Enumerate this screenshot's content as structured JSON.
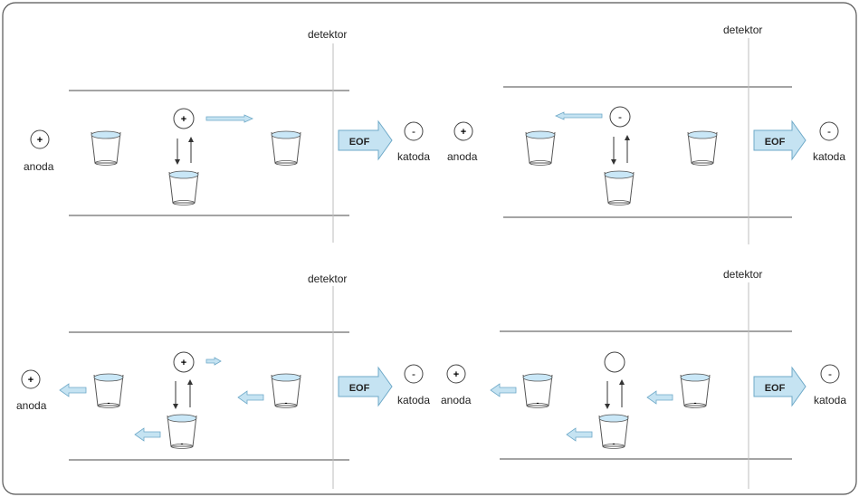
{
  "labels": {
    "anode_sign": "+",
    "anode": "anoda",
    "cathode_sign": "-",
    "cathode": "katoda",
    "detector": "detektor",
    "eof": "EOF",
    "particle_positive": "+",
    "particle_negative": "-",
    "cup_charge": "-"
  },
  "colors": {
    "frame": "#555555",
    "line": "#4a4a4a",
    "detector_line": "#bdbdbd",
    "arrow_fill": "#c5e3f2",
    "arrow_stroke": "#6ea9c8",
    "liquid": "#c9e7f7"
  },
  "panels": [
    {
      "id": "top-left",
      "particle": "positive",
      "cups_charged": false
    },
    {
      "id": "top-right",
      "particle": "negative",
      "cups_charged": false
    },
    {
      "id": "bottom-left",
      "particle": "positive",
      "cups_charged": true
    },
    {
      "id": "bottom-right",
      "particle": "neutral",
      "cups_charged": true
    }
  ]
}
